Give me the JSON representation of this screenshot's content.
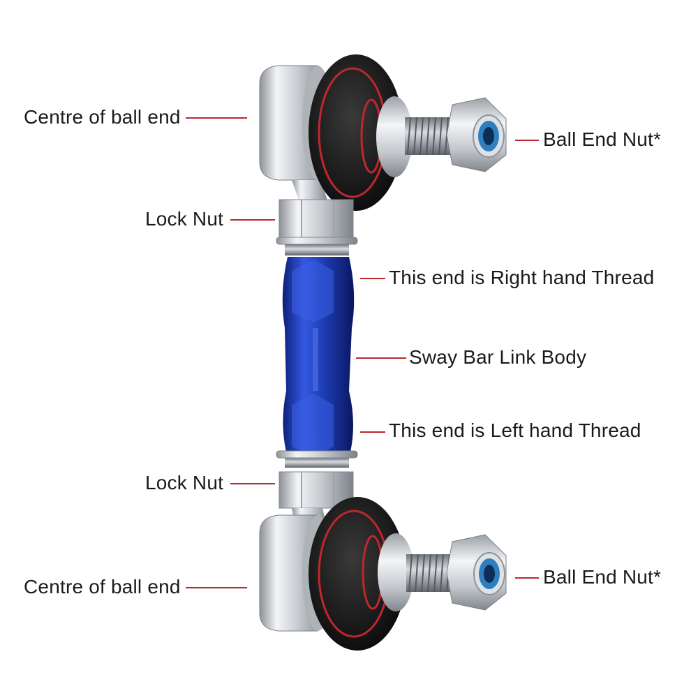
{
  "labels": {
    "top_centre": "Centre of ball end",
    "top_ball_nut": "Ball End Nut*",
    "top_lock_nut": "Lock Nut",
    "right_thread": "This end is Right hand Thread",
    "body": "Sway Bar Link Body",
    "left_thread": "This end is Left hand Thread",
    "bottom_lock_nut": "Lock Nut",
    "bottom_centre": "Centre of ball end",
    "bottom_ball_nut": "Ball End Nut*"
  },
  "colors": {
    "leader": "#c0272d",
    "body_blue": "#1f3fb8",
    "rubber": "#1c1c1c",
    "metal": "#c9cdd2",
    "oring": "#c0272d",
    "nylon_insert": "#2f7fc0"
  }
}
